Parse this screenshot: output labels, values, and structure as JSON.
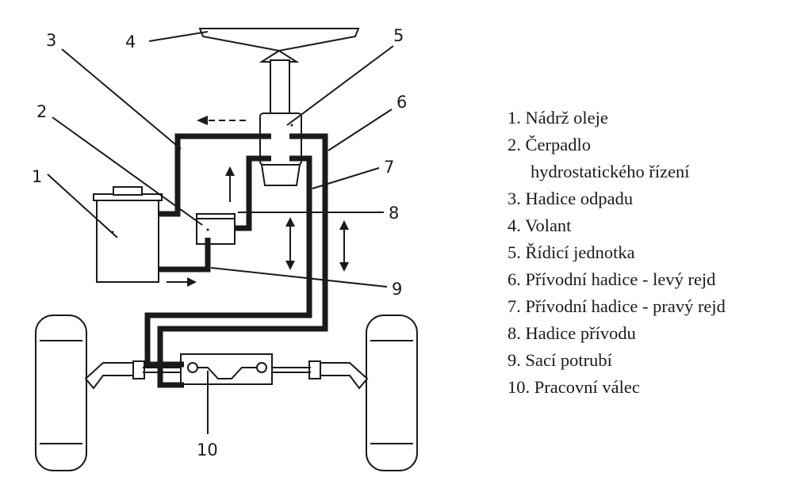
{
  "callouts": [
    "1",
    "2",
    "3",
    "4",
    "5",
    "6",
    "7",
    "8",
    "9",
    "10"
  ],
  "legend": [
    "1. Nádrž oleje",
    "2. Čerpadlo",
    "hydrostatického řízení",
    "3. Hadice odpadu",
    "4. Volant",
    "5. Řídicí jednotka",
    "6. Přívodní hadice - levý rejd",
    "7. Přívodní hadice - pravý rejd",
    "8. Hadice přívodu",
    "9. Sací potrubí",
    "10. Pracovní válec"
  ]
}
